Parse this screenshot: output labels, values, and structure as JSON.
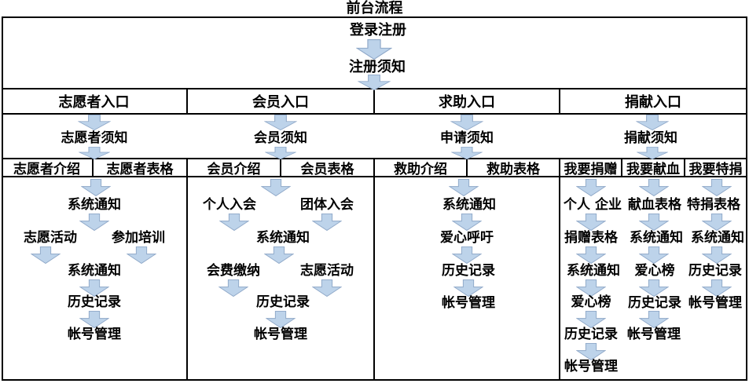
{
  "title": "前台流程",
  "top_flow": {
    "step1": "登录注册",
    "step2": "注册须知"
  },
  "columns": [
    {
      "header": "志愿者入口",
      "notice": "志愿者须知",
      "subheaders": [
        "志愿者介绍",
        "志愿者表格"
      ],
      "flow": [
        "系统通知",
        "志愿活动",
        "参加培训",
        "系统通知",
        "历史记录",
        "帐号管理"
      ]
    },
    {
      "header": "会员入口",
      "notice": "会员须知",
      "subheaders": [
        "会员介绍",
        "会员表格"
      ],
      "flow": [
        "个人入会",
        "团体入会",
        "系统通知",
        "会费缴纳",
        "志愿活动",
        "历史记录",
        "帐号管理"
      ]
    },
    {
      "header": "求助入口",
      "notice": "申请须知",
      "subheaders": [
        "救助介绍",
        "救助表格"
      ],
      "flow": [
        "系统通知",
        "爱心呼吁",
        "历史记录",
        "帐号管理"
      ]
    },
    {
      "header": "捐献入口",
      "notice": "捐献须知",
      "subheaders": [
        "我要捐赠",
        "我要献血",
        "我要特捐"
      ],
      "subflows": [
        [
          "个人 企业",
          "捐赠表格",
          "系统通知",
          "爱心榜",
          "历史记录",
          "帐号管理"
        ],
        [
          "献血表格",
          "系统通知",
          "爱心榜",
          "历史记录",
          "帐号管理"
        ],
        [
          "特捐表格",
          "系统通知",
          "历史记录",
          "帐号管理"
        ]
      ]
    }
  ],
  "colors": {
    "line": "#000000",
    "arrow_fill": "#bdd3ea",
    "arrow_stroke": "#8fa8c8"
  }
}
